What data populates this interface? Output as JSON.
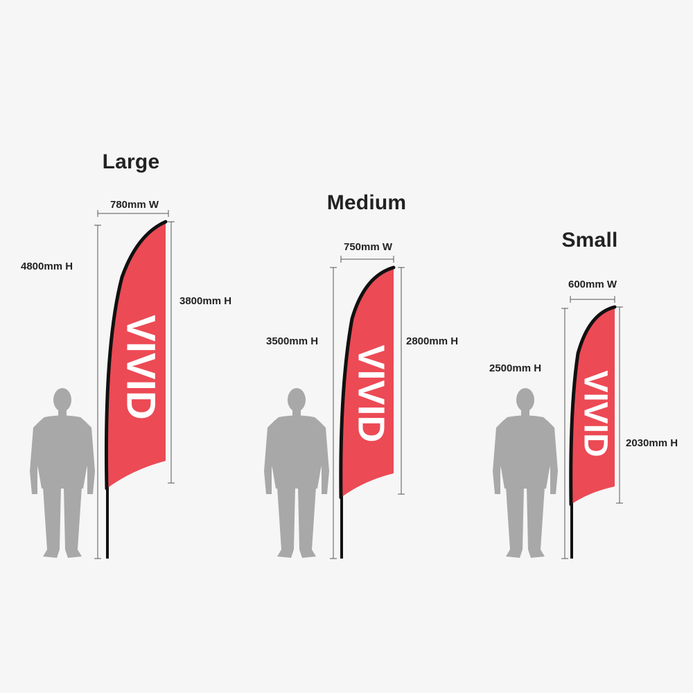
{
  "brand_text": "VIVID",
  "colors": {
    "flag": "#ec4a55",
    "pole": "#111111",
    "person": "#a8a8a8",
    "dim_line": "#555555",
    "background": "#f6f6f6",
    "text": "#222222"
  },
  "flags": [
    {
      "size": "Large",
      "width": "780mm W",
      "total_height": "4800mm H",
      "flag_height": "3800mm H"
    },
    {
      "size": "Medium",
      "width": "750mm W",
      "total_height": "3500mm H",
      "flag_height": "2800mm H"
    },
    {
      "size": "Small",
      "width": "600mm W",
      "total_height": "2500mm H",
      "flag_height": "2030mm H"
    }
  ]
}
